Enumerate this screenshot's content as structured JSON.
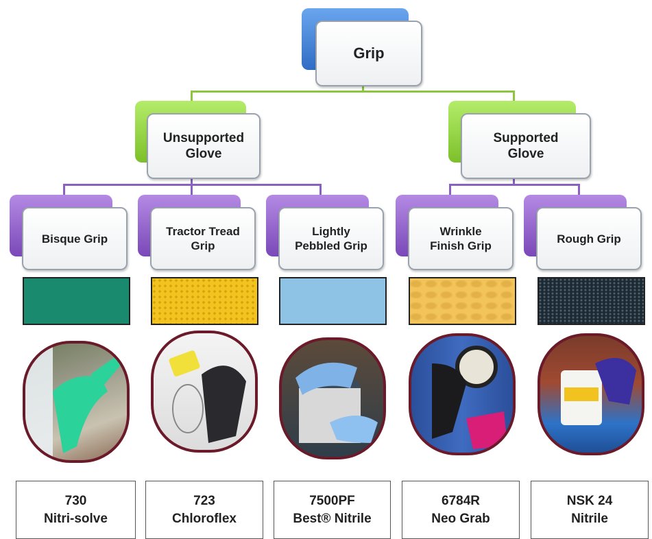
{
  "root": {
    "label": "Grip",
    "color": "#3d7fd6"
  },
  "branches": [
    {
      "label_line1": "Unsupported",
      "label_line2": "Glove",
      "color": "#8fd13a"
    },
    {
      "label_line1": "Supported",
      "label_line2": "Glove",
      "color": "#8fd13a"
    }
  ],
  "leaves": [
    {
      "label_line1": "Bisque Grip",
      "label_line2": "",
      "swatch_color": "#1a8a6e",
      "product_code": "730",
      "product_name": "Nitri-solve"
    },
    {
      "label_line1": "Tractor Tread",
      "label_line2": "Grip",
      "swatch_color": "#f2c21e",
      "product_code": "723",
      "product_name": "Chloroflex"
    },
    {
      "label_line1": "Lightly",
      "label_line2": "Pebbled Grip",
      "swatch_color": "#8fc3e6",
      "product_code": "7500PF",
      "product_name": "Best® Nitrile"
    },
    {
      "label_line1": "Wrinkle",
      "label_line2": "Finish Grip",
      "swatch_color": "#f2c45a",
      "product_code": "6784R",
      "product_name": "Neo Grab"
    },
    {
      "label_line1": "Rough Grip",
      "label_line2": "",
      "swatch_color": "#1d2a33",
      "product_code": "NSK 24",
      "product_name": "Nitrile"
    }
  ],
  "colors": {
    "leaf_accent": "#8a55c8",
    "connector_green": "#8cc63f",
    "connector_purple": "#8a60c0",
    "photo_border": "#6b1a2a"
  }
}
